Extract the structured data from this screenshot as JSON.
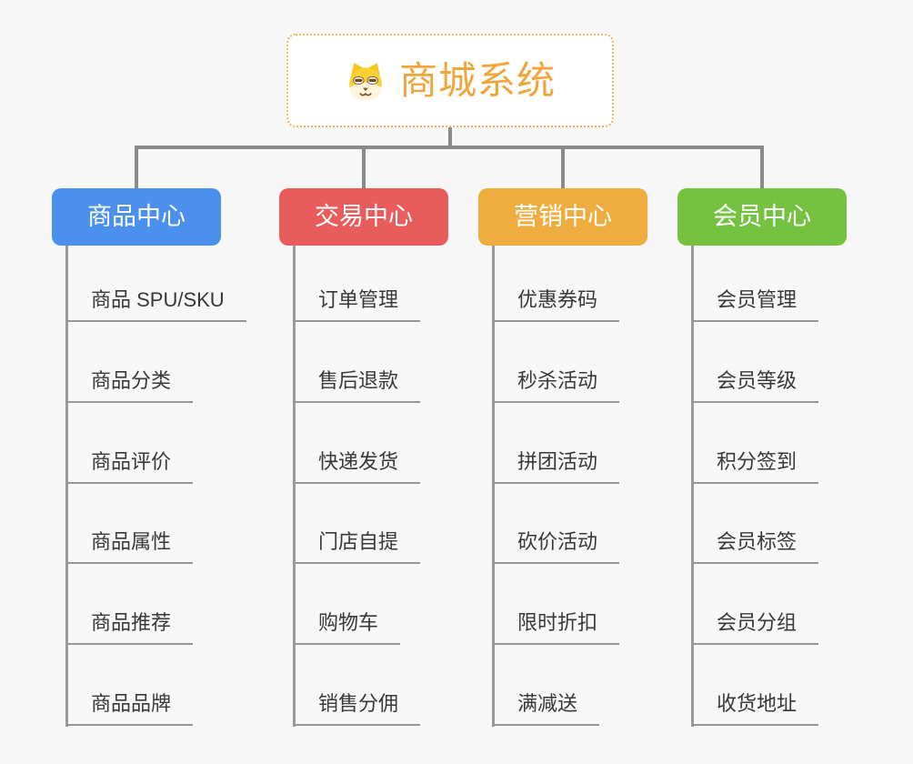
{
  "root": {
    "title": "商城系统",
    "icon": "dog-face-icon",
    "title_color": "#F0A63C",
    "border_color": "#EFB85E"
  },
  "style": {
    "background_color": "#F7F7F7",
    "connector_color": "#8A8A8A",
    "child_line_color": "#969696",
    "child_text_color": "#383838"
  },
  "branches": [
    {
      "label": "商品中心",
      "color": "#4A90EC",
      "children": [
        "商品 SPU/SKU",
        "商品分类",
        "商品评价",
        "商品属性",
        "商品推荐",
        "商品品牌"
      ]
    },
    {
      "label": "交易中心",
      "color": "#E85C5C",
      "children": [
        "订单管理",
        "售后退款",
        "快递发货",
        "门店自提",
        "购物车",
        "销售分佣"
      ]
    },
    {
      "label": "营销中心",
      "color": "#EFAD3F",
      "children": [
        "优惠券码",
        "秒杀活动",
        "拼团活动",
        "砍价活动",
        "限时折扣",
        "满减送"
      ]
    },
    {
      "label": "会员中心",
      "color": "#74C23F",
      "children": [
        "会员管理",
        "会员等级",
        "积分签到",
        "会员标签",
        "会员分组",
        "收货地址"
      ]
    }
  ]
}
